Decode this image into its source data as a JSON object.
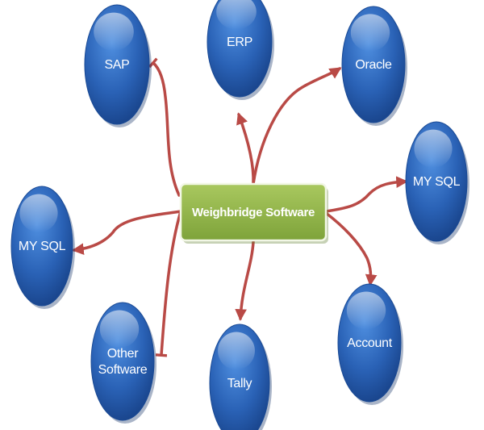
{
  "diagram": {
    "center": {
      "label": "Weighbridge Software",
      "color": "#8fb344"
    },
    "nodes": [
      {
        "id": "sap",
        "label": "SAP"
      },
      {
        "id": "erp",
        "label": "ERP"
      },
      {
        "id": "oracle",
        "label": "Oracle"
      },
      {
        "id": "mysql-right",
        "label": "MY SQL"
      },
      {
        "id": "mysql-left",
        "label": "MY SQL"
      },
      {
        "id": "account",
        "label": "Account"
      },
      {
        "id": "tally",
        "label": "Tally"
      },
      {
        "id": "other-software",
        "label": [
          "Other",
          "Software"
        ]
      }
    ],
    "node_color": "#2d65b8",
    "connector_color": "#b94a46"
  }
}
